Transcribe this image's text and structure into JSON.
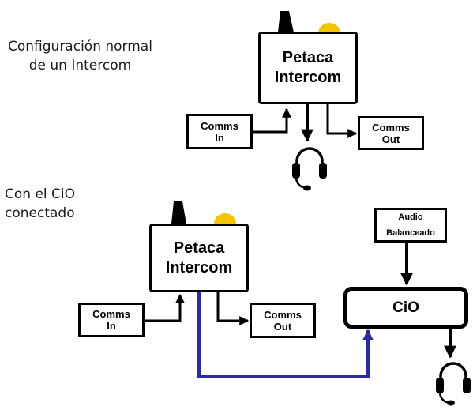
{
  "sections": [
    {
      "caption_lines": [
        "Configuración normal",
        "de un Intercom"
      ],
      "main_box_lines": [
        "Petaca",
        "Intercom"
      ],
      "comms_in_lines": [
        "Comms",
        "In"
      ],
      "comms_out_lines": [
        "Comms",
        "Out"
      ]
    },
    {
      "caption_lines": [
        "Con el CiO",
        "conectado"
      ],
      "main_box_lines": [
        "Petaca",
        "Intercom"
      ],
      "comms_in_lines": [
        "Comms",
        "In"
      ],
      "comms_out_lines": [
        "Comms",
        "Out"
      ],
      "audio_box_lines": [
        "Audio",
        "Balanceado"
      ],
      "cio_label": "CiO"
    }
  ],
  "icons": [
    "antenna-icon",
    "beacon-light-icon",
    "headset-icon"
  ],
  "colors": {
    "line": "#000000",
    "blue_link": "#2b2b9e",
    "beacon": "#f5c400"
  }
}
